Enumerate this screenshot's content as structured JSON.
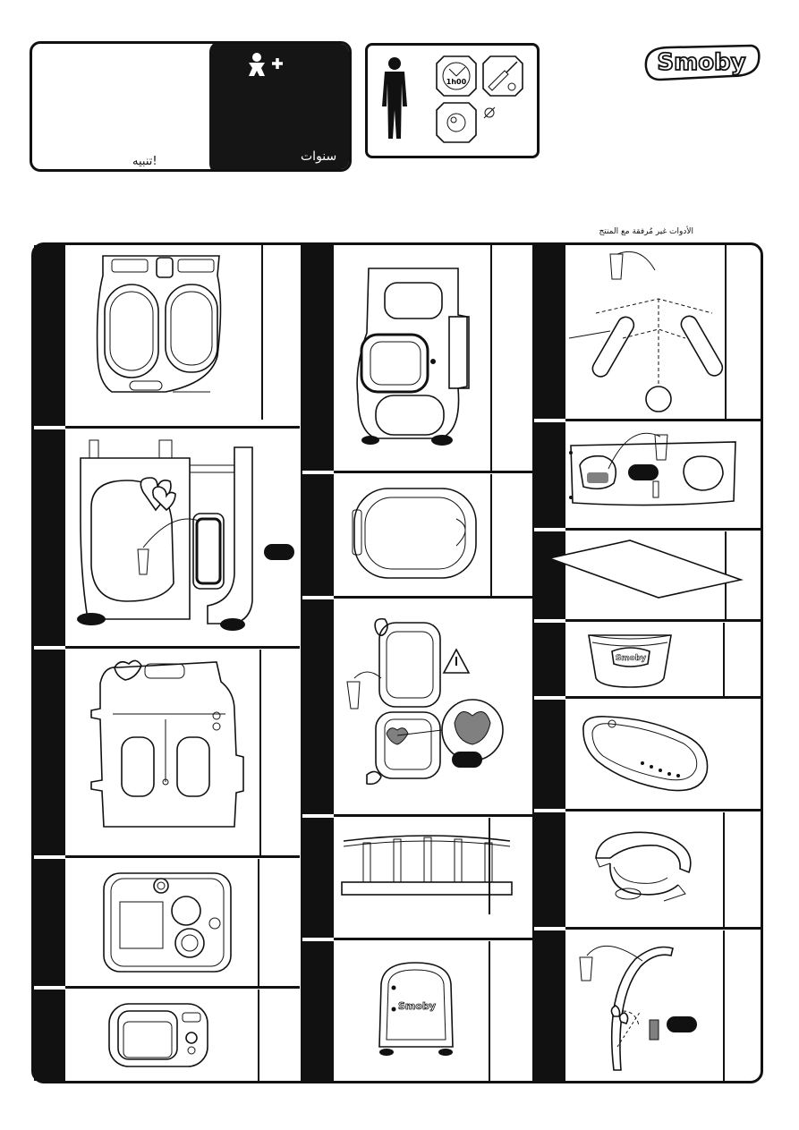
{
  "warning": {
    "label": "تنبيه!",
    "age_label": "سنوات"
  },
  "tools": {
    "time": "1h00",
    "note": "الأدوات غير مُرفقة مع المنتج"
  },
  "brand": {
    "logo_text": "Smoby"
  },
  "colors": {
    "ink": "#111111",
    "paper": "#ffffff",
    "piece_gray": "#808080"
  }
}
